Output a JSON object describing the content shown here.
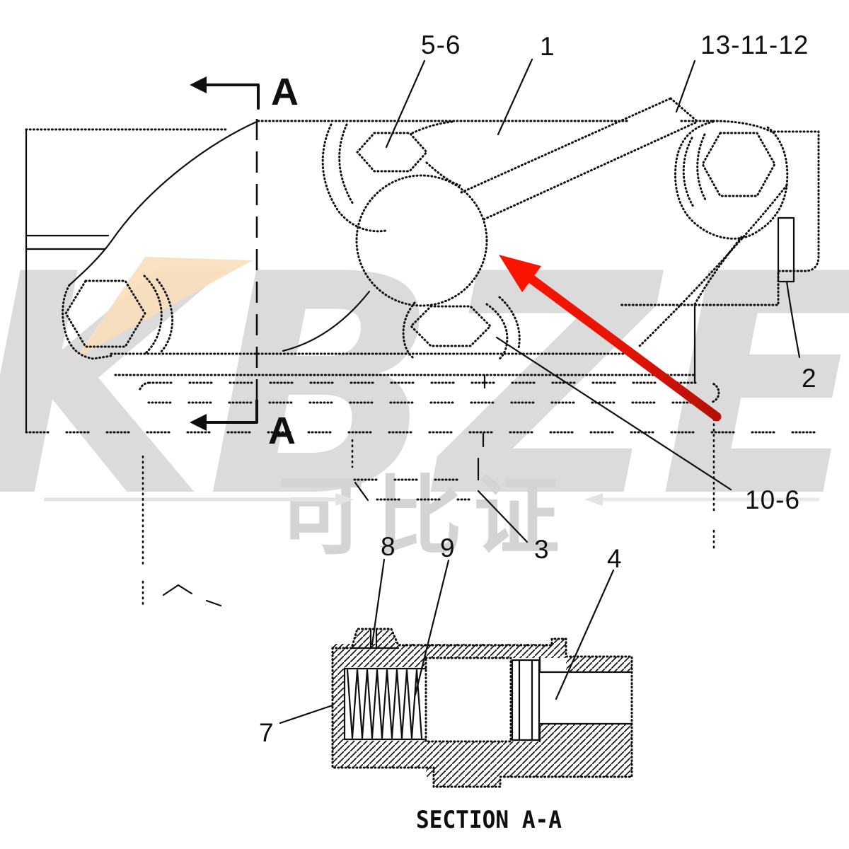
{
  "diagram": {
    "title": "SECTION A-A",
    "section_marker": "A",
    "callouts": {
      "c56": "5-6",
      "c1": "1",
      "c131112": "13-11-12",
      "c2": "2",
      "c106": "10-6",
      "c3": "3",
      "c8": "8",
      "c9": "9",
      "c4": "4",
      "c7": "7"
    },
    "colors": {
      "line": "#0f0f0f",
      "red_arrow_head": "#fa1400",
      "red_arrow_tail": "#b31107",
      "watermark_gray": "#dbdbdb",
      "watermark_cjk_gray": "#d4d4d4",
      "watermark_orange": "#f9debc",
      "background": "#ffffff"
    },
    "watermark": {
      "latin": "KBZE",
      "cjk": "可比证"
    }
  }
}
